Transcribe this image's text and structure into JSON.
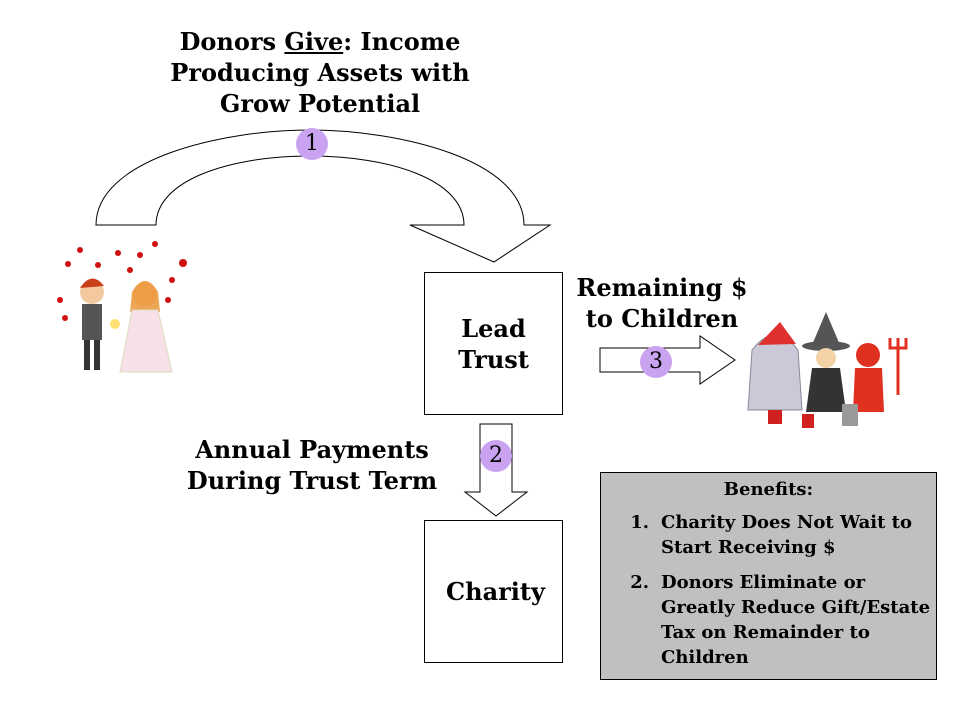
{
  "step1": {
    "title_pre": "Donors ",
    "title_underlined": "Give",
    "title_post": ": Income",
    "line2": "Producing Assets with",
    "line3": "Grow Potential",
    "badge": "1"
  },
  "lead_trust": {
    "line1": "Lead",
    "line2": "Trust"
  },
  "step3": {
    "line1": "Remaining $",
    "line2": "to Children",
    "badge": "3"
  },
  "step2": {
    "line1": "Annual Payments",
    "line2": "During Trust Term",
    "badge": "2"
  },
  "charity": {
    "label": "Charity"
  },
  "benefits": {
    "title": "Benefits:",
    "items": [
      {
        "num": "1.",
        "text": "Charity Does Not Wait to Start Receiving $"
      },
      {
        "num": "2.",
        "text": "Donors Eliminate or Greatly Reduce Gift/Estate Tax on Remainder to Children"
      }
    ]
  },
  "colors": {
    "badge": "#c9a3ef",
    "benefits_bg": "#c0c0c0"
  }
}
